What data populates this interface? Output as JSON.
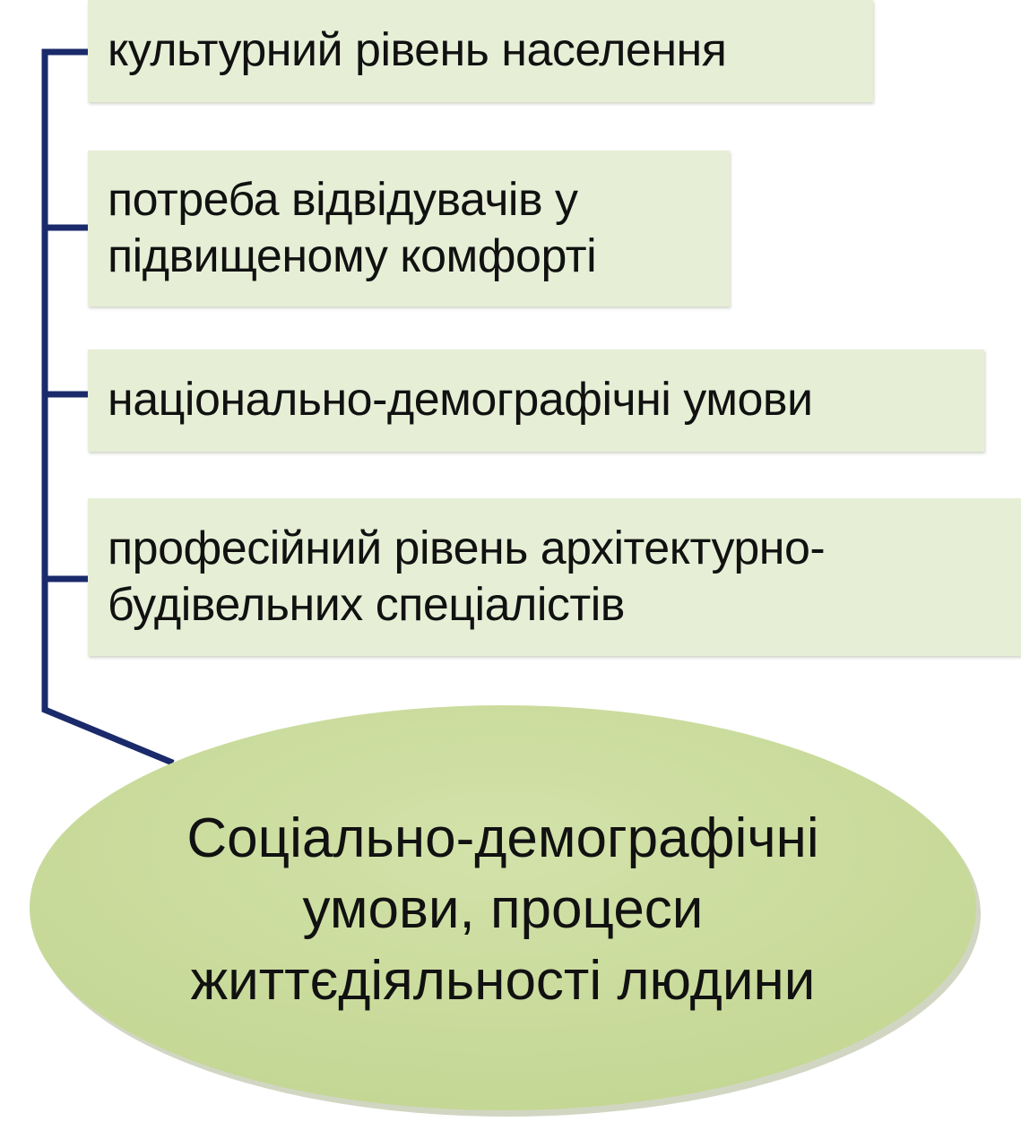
{
  "colors": {
    "box_fill": "#e6efd6",
    "ellipse_fill": "#cbdc9e",
    "connector": "#1a2a6b",
    "text": "#111111"
  },
  "diagram": {
    "items": [
      {
        "label": "культурний рівень населення"
      },
      {
        "label": "потреба відвідувачів у\nпідвищеному комфорті"
      },
      {
        "label": "національно-демографічні умови"
      },
      {
        "label": "професійний рівень архітектурно-\nбудівельних спеціалістів"
      }
    ],
    "root": {
      "label": "Соціально-демографічні\nумови, процеси\nжиттєдіяльності людини"
    }
  }
}
